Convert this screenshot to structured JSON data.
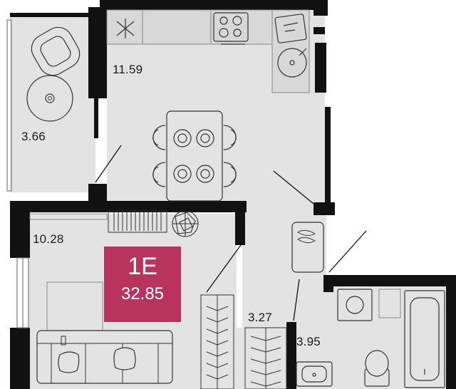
{
  "colors": {
    "floor": "#e3e3e3",
    "wall": "#111111",
    "furniture": "#d8d8d8",
    "line": "#7a7a7a",
    "badge": "#b8335d"
  },
  "apartment": {
    "code": "1E",
    "total_area": "32.85"
  },
  "rooms": [
    {
      "name": "loggia",
      "area": "3.66"
    },
    {
      "name": "kitchen",
      "area": "11.59"
    },
    {
      "name": "living-room",
      "area": "10.28"
    },
    {
      "name": "wardrobe",
      "area": "3.27"
    },
    {
      "name": "bathroom",
      "area": "3.95"
    }
  ],
  "icons": [
    "armchair-icon",
    "round-table-icon",
    "stove-icon",
    "sink-icon",
    "dining-table-icon",
    "chair-icon",
    "sofa-icon",
    "pillow-icon",
    "plant-icon",
    "radiator-icon",
    "wardrobe-rack-icon",
    "shoes-icon",
    "washing-machine-icon",
    "bathtub-icon",
    "toilet-icon",
    "washbasin-icon",
    "drum-washer-icon",
    "hood-icon"
  ]
}
